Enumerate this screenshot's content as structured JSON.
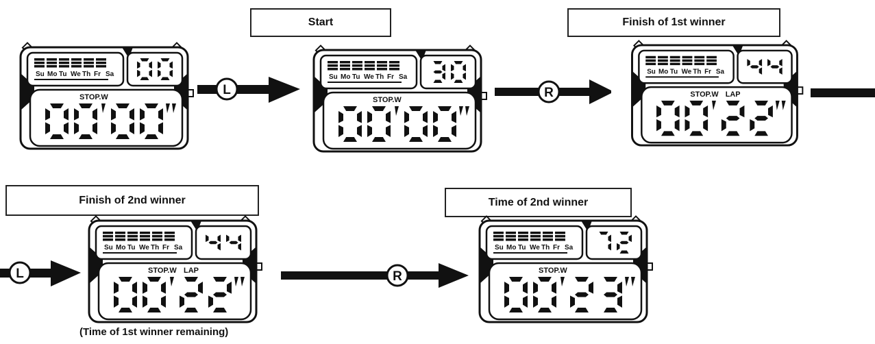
{
  "labels": {
    "start": "Start",
    "finish_1st": "Finish of 1st winner",
    "finish_2nd": "Finish of 2nd winner",
    "time_2nd": "Time of 2nd winner"
  },
  "caption": "(Time of 1st  winner remaining)",
  "buttons": {
    "left": "L",
    "right": "R"
  },
  "day_labels": [
    "SU",
    "MO",
    "TU",
    "WE",
    "TH",
    "FR",
    "SA"
  ],
  "watches": [
    {
      "seconds_small": "00",
      "mode": "STOP.W",
      "lap": "",
      "minutes": "00",
      "seconds": "00"
    },
    {
      "seconds_small": "30",
      "mode": "STOP.W",
      "lap": "",
      "minutes": "00",
      "seconds": "00"
    },
    {
      "seconds_small": "44",
      "mode": "STOP.W",
      "lap": "LAP",
      "minutes": "00",
      "seconds": "22"
    },
    {
      "seconds_small": "44",
      "mode": "STOP.W",
      "lap": "LAP",
      "minutes": "00",
      "seconds": "22"
    },
    {
      "seconds_small": "72",
      "mode": "STOP.W",
      "lap": "",
      "minutes": "00",
      "seconds": "23"
    }
  ]
}
